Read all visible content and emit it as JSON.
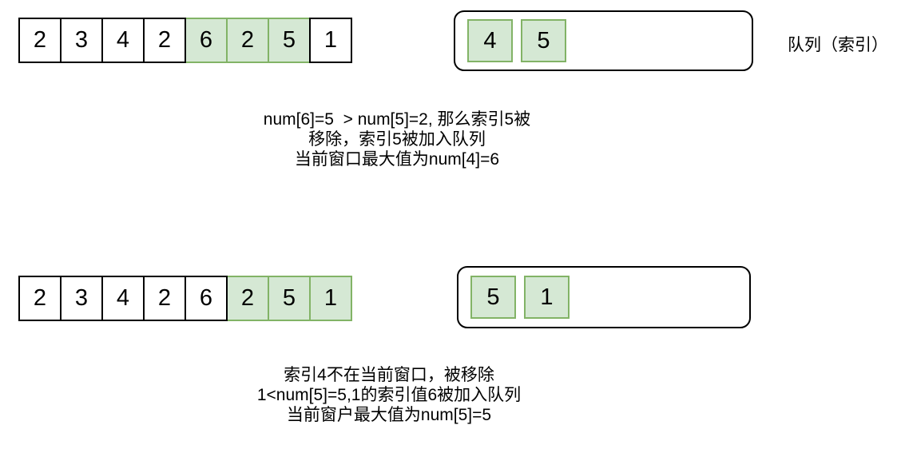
{
  "colors": {
    "highlight_fill": "#d5e8d4",
    "highlight_stroke": "#82b366",
    "cell_stroke": "#000000",
    "text": "#000000"
  },
  "queue_label": "队列（索引）",
  "steps": [
    {
      "array": {
        "values": [
          "2",
          "3",
          "4",
          "2",
          "6",
          "2",
          "5",
          "1"
        ],
        "highlight_indices": [
          4,
          5,
          6
        ]
      },
      "queue": {
        "values": [
          "4",
          "5"
        ]
      },
      "caption_lines": [
        "num[6]=5  > num[5]=2, 那么索引5被",
        "移除，索引5被加入队列",
        "当前窗口最大值为num[4]=6"
      ]
    },
    {
      "array": {
        "values": [
          "2",
          "3",
          "4",
          "2",
          "6",
          "2",
          "5",
          "1"
        ],
        "highlight_indices": [
          5,
          6,
          7
        ]
      },
      "queue": {
        "values": [
          "5",
          "1"
        ]
      },
      "caption_lines": [
        "索引4不在当前窗口，被移除",
        "1<num[5]=5,1的索引值6被加入队列",
        "当前窗户最大值为num[5]=5"
      ]
    }
  ]
}
